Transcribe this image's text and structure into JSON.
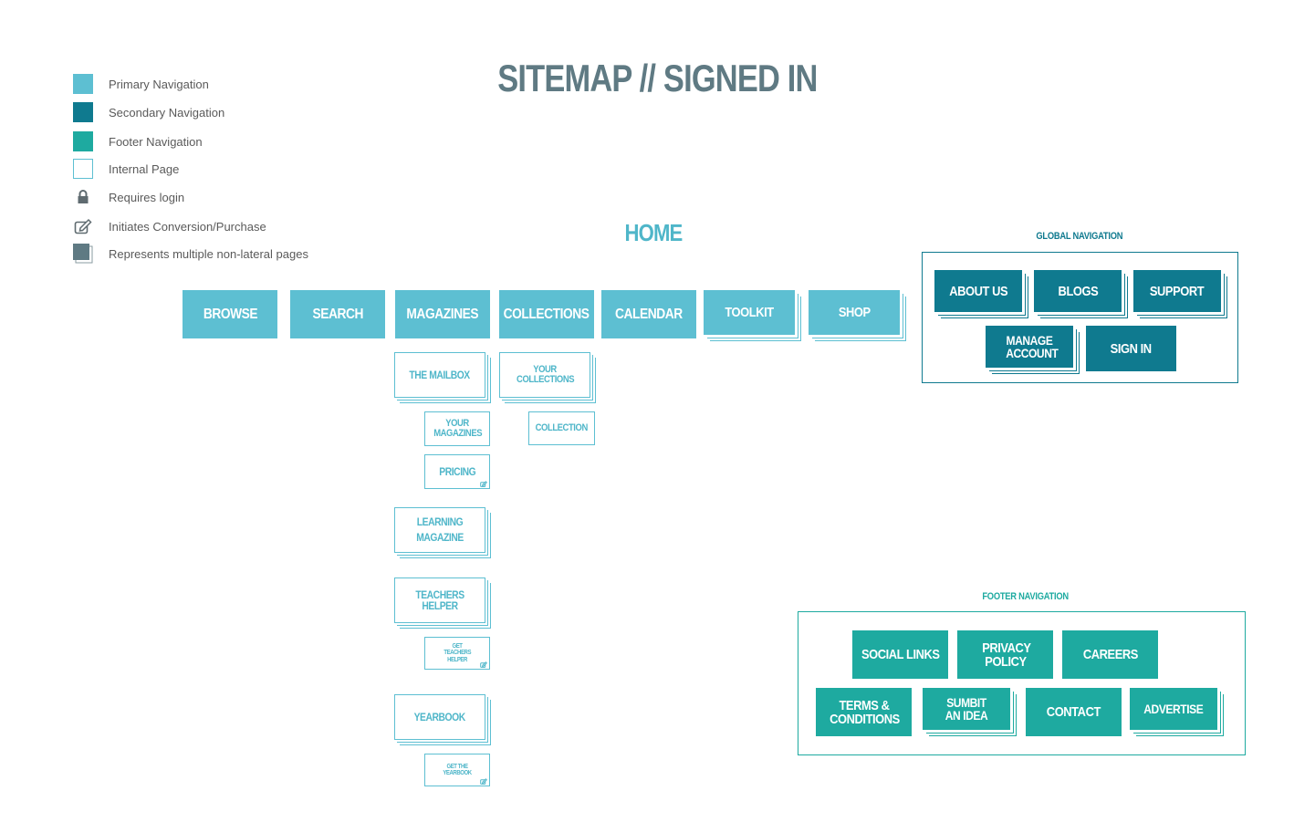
{
  "title": "SITEMAP // SIGNED IN",
  "home": "HOME",
  "legend": [
    {
      "label": "Primary Navigation",
      "icon": "primary-swatch"
    },
    {
      "label": "Secondary Navigation",
      "icon": "secondary-swatch"
    },
    {
      "label": "Footer Navigation",
      "icon": "footer-swatch"
    },
    {
      "label": "Internal Page",
      "icon": "internal-swatch"
    },
    {
      "label": "Requires login",
      "icon": "lock-icon"
    },
    {
      "label": "Initiates Conversion/Purchase",
      "icon": "edit-icon"
    },
    {
      "label": "Represents multiple non-lateral pages",
      "icon": "stack-icon"
    }
  ],
  "colors": {
    "primary": "#5dbfd2",
    "secondary": "#0f7a8f",
    "footer": "#1eaaa0",
    "title": "#5f7a83"
  },
  "primary_nav": [
    "BROWSE",
    "SEARCH",
    "MAGAZINES",
    "COLLECTIONS",
    "CALENDAR",
    "TOOLKIT",
    "SHOP"
  ],
  "magazines_children": {
    "mailbox": "THE MAILBOX",
    "your_magazines": "YOUR MAGAZINES",
    "pricing": "PRICING",
    "learning_magazine": "LEARNING MAGAZINE",
    "teachers_helper": "TEACHERS HELPER",
    "get_teachers_helper": "GET TEACHERS HELPER",
    "yearbook": "YEARBOOK",
    "get_yearbook": "GET THE YEARBOOK"
  },
  "collections_children": {
    "your_collections": "YOUR COLLECTIONS",
    "collection": "COLLECTION"
  },
  "global_nav": {
    "title": "GLOBAL NAVIGATION",
    "items": [
      "ABOUT US",
      "BLOGS",
      "SUPPORT",
      "MANAGE ACCOUNT",
      "SIGN IN"
    ]
  },
  "footer_nav": {
    "title": "FOOTER NAVIGATION",
    "items": [
      "SOCIAL LINKS",
      "PRIVACY POLICY",
      "CAREERS",
      "TERMS & CONDITIONS",
      "SUMBIT AN IDEA",
      "CONTACT",
      "ADVERTISE"
    ]
  }
}
